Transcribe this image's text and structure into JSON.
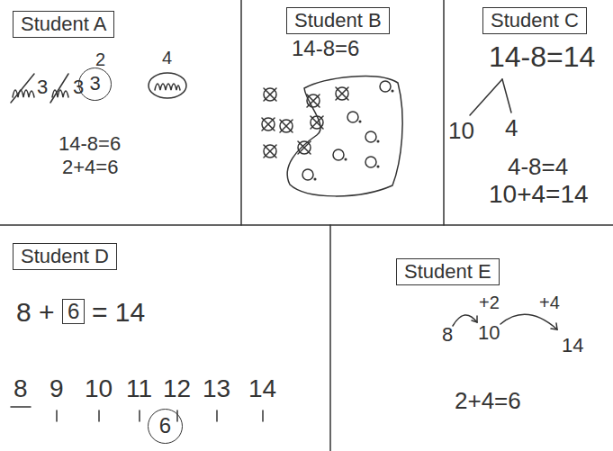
{
  "diagram": {
    "nodes": [
      {
        "text": [
          "Student A"
        ]
      },
      {
        "text": [
          "3"
        ]
      },
      {
        "text": [
          "Student B"
        ]
      },
      {
        "text": [
          "Student C"
        ]
      },
      {
        "text": [
          "Student D"
        ]
      },
      {
        "text": [
          "6"
        ]
      },
      {
        "text": [
          "6"
        ]
      },
      {
        "text": [
          "Student E"
        ]
      }
    ],
    "labels": [
      "3",
      "3",
      "2",
      "4",
      "14-8=6",
      "2+4=6",
      "14-8=6",
      "14-8=14",
      "10",
      "4",
      "4-8=4",
      "10+4=14",
      "8 +",
      "= 14",
      "8",
      "9",
      "10",
      "11",
      "12",
      "13",
      "14",
      "+2",
      "+4",
      "8",
      "10",
      "14",
      "2+4=6"
    ]
  }
}
